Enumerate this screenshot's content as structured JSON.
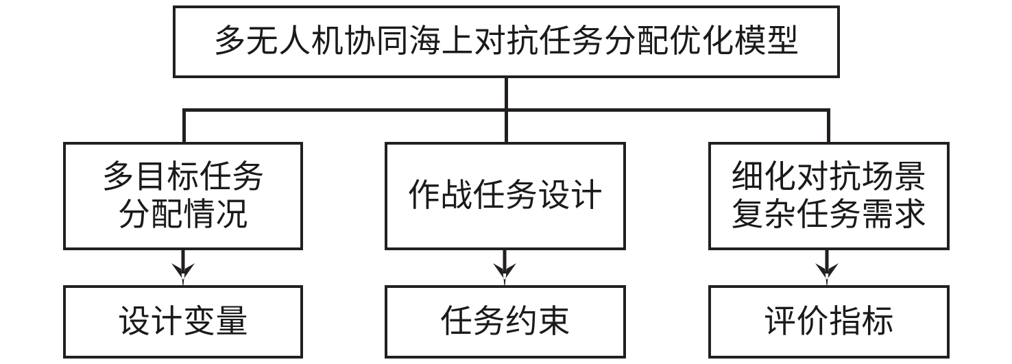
{
  "diagram": {
    "title": "多无人机协同海上对抗任务分配优化模型",
    "type": "tree-flowchart",
    "orientation": "top-down",
    "line_color": "#231f20",
    "background_color": "#ffffff",
    "root": {
      "id": "root",
      "label": "多无人机协同海上对抗任务分配优化模型"
    },
    "branches": [
      {
        "id": "branch-left",
        "parent_label_line1": "多目标任务",
        "parent_label_line2": "分配情况",
        "child_label": "设计变量",
        "connector": "arrow-down"
      },
      {
        "id": "branch-middle",
        "parent_label_line1": "作战任务设计",
        "parent_label_line2": "",
        "child_label": "任务约束",
        "connector": "arrow-down"
      },
      {
        "id": "branch-right",
        "parent_label_line1": "细化对抗场景",
        "parent_label_line2": "复杂任务需求",
        "child_label": "评价指标",
        "connector": "arrow-down"
      }
    ]
  }
}
